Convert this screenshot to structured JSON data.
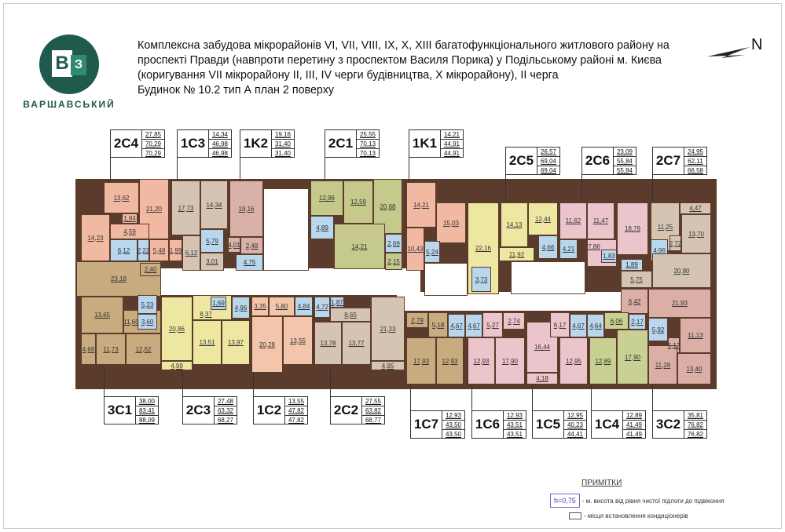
{
  "brand": {
    "name": "ВАРШАВСЬКИЙ",
    "logo_letters": [
      "В",
      "З"
    ]
  },
  "header": {
    "lines": [
      "Комплексна забудова мікрорайонів VI, VII, VIII, IX, X, XIII багатофункціонального житлового району на",
      "проспекті Правди (навпроти перетину з проспектом Василя Порика) у Подільському районі м. Києва",
      "(коригування VII мікрорайону ІІ, ІІІ, IV черги будівництва, X мікрорайону), ІІ черга",
      "Будинок № 10.2   тип А   план 2 поверху"
    ]
  },
  "north_label": "N",
  "colors": {
    "salmon": "#f2b9a2",
    "tan": "#d6c4b3",
    "rose": "#d9b1a6",
    "olive": "#c6c98c",
    "ochre": "#c9ab80",
    "yellow": "#eee7a2",
    "peach": "#f3c6ab",
    "pink": "#ebc5cb",
    "mauve": "#dbaea6",
    "green": "#c8d193",
    "bath": "#b8d6ec"
  },
  "apartments": [
    {
      "code": "2C4",
      "values": [
        "27,85",
        "70,29",
        "70,29"
      ]
    },
    {
      "code": "1C3",
      "values": [
        "14,34",
        "46,98",
        "46,98"
      ]
    },
    {
      "code": "1K2",
      "values": [
        "19,16",
        "31,40",
        "31,40"
      ]
    },
    {
      "code": "2C1",
      "values": [
        "25,55",
        "70,13",
        "70,13"
      ]
    },
    {
      "code": "1K1",
      "values": [
        "14,21",
        "44,91",
        "44,91"
      ]
    },
    {
      "code": "2C5",
      "values": [
        "26,57",
        "69,04",
        "69,04"
      ]
    },
    {
      "code": "2C6",
      "values": [
        "23,09",
        "55,84",
        "55,84"
      ]
    },
    {
      "code": "2C7",
      "values": [
        "24,95",
        "62,11",
        "66,58"
      ]
    },
    {
      "code": "3C1",
      "values": [
        "38,00",
        "83,41",
        "88,09"
      ]
    },
    {
      "code": "2C3",
      "values": [
        "27,48",
        "63,32",
        "68,27"
      ]
    },
    {
      "code": "1C2",
      "values": [
        "13,55",
        "47,82",
        "47,82"
      ]
    },
    {
      "code": "2C2",
      "values": [
        "27,55",
        "63,82",
        "68,77"
      ]
    },
    {
      "code": "1C7",
      "values": [
        "12,93",
        "43,50",
        "43,50"
      ]
    },
    {
      "code": "1C6",
      "values": [
        "12,93",
        "43,51",
        "43,51"
      ]
    },
    {
      "code": "1C5",
      "values": [
        "12,95",
        "40,23",
        "44,41"
      ]
    },
    {
      "code": "1C4",
      "values": [
        "12,89",
        "41,49",
        "41,49"
      ]
    },
    {
      "code": "3C2",
      "values": [
        "35,81",
        "76,82",
        "76,82"
      ]
    }
  ],
  "rooms": [
    {
      "a": "21,20",
      "c": "salmon"
    },
    {
      "a": "13,62",
      "c": "salmon"
    },
    {
      "a": "14,23",
      "c": "salmon"
    },
    {
      "a": "4,59",
      "c": "salmon"
    },
    {
      "a": "1,84",
      "c": "salmon"
    },
    {
      "a": "6,12",
      "c": "bath"
    },
    {
      "a": "2,22",
      "c": "bath"
    },
    {
      "a": "5,48",
      "c": "salmon"
    },
    {
      "a": "1,99",
      "c": "salmon"
    },
    {
      "a": "17,73",
      "c": "tan"
    },
    {
      "a": "14,34",
      "c": "tan"
    },
    {
      "a": "6,12",
      "c": "tan"
    },
    {
      "a": "5,79",
      "c": "bath"
    },
    {
      "a": "3,01",
      "c": "tan"
    },
    {
      "a": "19,16",
      "c": "rose"
    },
    {
      "a": "4,01",
      "c": "rose"
    },
    {
      "a": "2,48",
      "c": "rose"
    },
    {
      "a": "4,75",
      "c": "bath"
    },
    {
      "a": "12,96",
      "c": "olive"
    },
    {
      "a": "12,59",
      "c": "olive"
    },
    {
      "a": "20,68",
      "c": "olive"
    },
    {
      "a": "14,21",
      "c": "olive"
    },
    {
      "a": "4,89",
      "c": "bath"
    },
    {
      "a": "2,69",
      "c": "bath"
    },
    {
      "a": "2,15",
      "c": "olive"
    },
    {
      "a": "23,18",
      "c": "ochre"
    },
    {
      "a": "2,40",
      "c": "ochre"
    },
    {
      "a": "13,65",
      "c": "ochre"
    },
    {
      "a": "11,60",
      "c": "ochre"
    },
    {
      "a": "5,23",
      "c": "bath"
    },
    {
      "a": "3,60",
      "c": "bath"
    },
    {
      "a": "4,68",
      "c": "ochre"
    },
    {
      "a": "11,73",
      "c": "ochre"
    },
    {
      "a": "12,62",
      "c": "ochre"
    },
    {
      "a": "20,86",
      "c": "yellow"
    },
    {
      "a": "4,99",
      "c": "yellow"
    },
    {
      "a": "8,37",
      "c": "yellow"
    },
    {
      "a": "13,51",
      "c": "yellow"
    },
    {
      "a": "13,97",
      "c": "yellow"
    },
    {
      "a": "1,69",
      "c": "bath"
    },
    {
      "a": "4,96",
      "c": "bath"
    },
    {
      "a": "3,35",
      "c": "peach"
    },
    {
      "a": "5,80",
      "c": "peach"
    },
    {
      "a": "20,28",
      "c": "peach"
    },
    {
      "a": "13,55",
      "c": "peach"
    },
    {
      "a": "4,84",
      "c": "bath"
    },
    {
      "a": "4,72",
      "c": "bath"
    },
    {
      "a": "1,87",
      "c": "bath"
    },
    {
      "a": "8,65",
      "c": "tan"
    },
    {
      "a": "13,78",
      "c": "tan"
    },
    {
      "a": "13,77",
      "c": "tan"
    },
    {
      "a": "21,23",
      "c": "tan"
    },
    {
      "a": "4,95",
      "c": "tan"
    },
    {
      "a": "14,21",
      "c": "salmon"
    },
    {
      "a": "15,03",
      "c": "salmon"
    },
    {
      "a": "10,43",
      "c": "salmon"
    },
    {
      "a": "5,24",
      "c": "bath"
    },
    {
      "a": "22,16",
      "c": "yellow"
    },
    {
      "a": "14,13",
      "c": "yellow"
    },
    {
      "a": "12,44",
      "c": "yellow"
    },
    {
      "a": "11,92",
      "c": "yellow"
    },
    {
      "a": "3,73",
      "c": "bath"
    },
    {
      "a": "4,66",
      "c": "bath"
    },
    {
      "a": "11,62",
      "c": "pink"
    },
    {
      "a": "11,47",
      "c": "pink"
    },
    {
      "a": "18,79",
      "c": "pink"
    },
    {
      "a": "7,86",
      "c": "pink"
    },
    {
      "a": "4,21",
      "c": "bath"
    },
    {
      "a": "1,83",
      "c": "bath"
    },
    {
      "a": "11,25",
      "c": "tan"
    },
    {
      "a": "4,47",
      "c": "tan"
    },
    {
      "a": "13,70",
      "c": "tan"
    },
    {
      "a": "2,72",
      "c": "tan"
    },
    {
      "a": "4,96",
      "c": "bath"
    },
    {
      "a": "1,89",
      "c": "bath"
    },
    {
      "a": "5,75",
      "c": "tan"
    },
    {
      "a": "20,80",
      "c": "tan"
    },
    {
      "a": "6,42",
      "c": "mauve"
    },
    {
      "a": "21,93",
      "c": "mauve"
    },
    {
      "a": "2,17",
      "c": "bath"
    },
    {
      "a": "5,92",
      "c": "bath"
    },
    {
      "a": "11,13",
      "c": "mauve"
    },
    {
      "a": "5,17",
      "c": "mauve"
    },
    {
      "a": "11,28",
      "c": "mauve"
    },
    {
      "a": "13,40",
      "c": "mauve"
    },
    {
      "a": "2,79",
      "c": "ochre"
    },
    {
      "a": "5,18",
      "c": "ochre"
    },
    {
      "a": "17,93",
      "c": "ochre"
    },
    {
      "a": "12,93",
      "c": "ochre"
    },
    {
      "a": "4,67",
      "c": "bath"
    },
    {
      "a": "4,67",
      "c": "bath"
    },
    {
      "a": "5,27",
      "c": "pink"
    },
    {
      "a": "2,74",
      "c": "pink"
    },
    {
      "a": "12,93",
      "c": "pink"
    },
    {
      "a": "17,90",
      "c": "pink"
    },
    {
      "a": "16,44",
      "c": "pink"
    },
    {
      "a": "4,18",
      "c": "pink"
    },
    {
      "a": "6,17",
      "c": "pink"
    },
    {
      "a": "12,95",
      "c": "pink"
    },
    {
      "a": "4,67",
      "c": "bath"
    },
    {
      "a": "4,64",
      "c": "bath"
    },
    {
      "a": "6,06",
      "c": "green"
    },
    {
      "a": "12,89",
      "c": "green"
    },
    {
      "a": "17,90",
      "c": "green"
    }
  ],
  "notes": {
    "title": "ПРИМІТКИ",
    "sill_value": "h=0,75",
    "sill_text": "- м. висота від рівня чистої підлоги до підвіконня",
    "ac_text": "- місця встановлення кондиціонерів"
  }
}
